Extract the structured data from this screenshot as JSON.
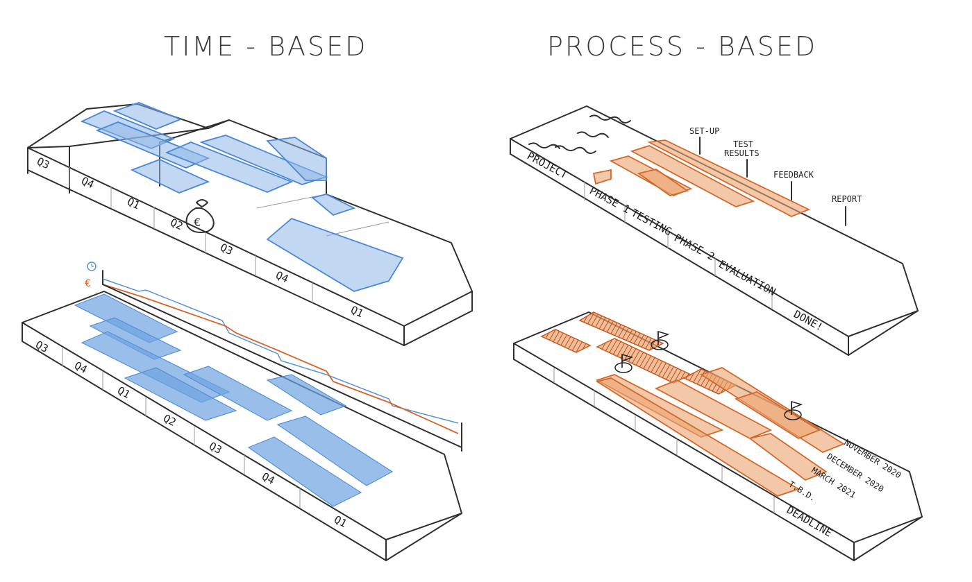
{
  "headings": {
    "left": "TIME - BASED",
    "right": "PROCESS - BASED"
  },
  "time_top": {
    "quarters": [
      "Q3",
      "Q4",
      "Q1",
      "Q2",
      "Q3",
      "Q4",
      "Q1"
    ],
    "icon": "euro-money-bag-icon"
  },
  "time_bottom": {
    "quarters": [
      "Q3",
      "Q4",
      "Q1",
      "Q2",
      "Q3",
      "Q4",
      "Q1"
    ],
    "legend": {
      "time_icon": "clock-icon",
      "cost_symbol": "€",
      "time_color": "#5b93d6",
      "cost_color": "#d9622b"
    }
  },
  "process_top": {
    "phases": [
      "PROJECT",
      "PHASE 1",
      "TESTING",
      "PHASE 2",
      "EVALUATION",
      "DONE!"
    ],
    "callouts": [
      "SET-UP",
      "TEST",
      "RESULTS",
      "FEEDBACK",
      "REPORT"
    ]
  },
  "process_bottom": {
    "dates": [
      "NOVEMBER 2020",
      "DECEMBER 2020",
      "MARCH 2021",
      "T.B.D."
    ],
    "deadline_label": "DEADLINE",
    "flag_icon": "milestone-flag-icon"
  },
  "colors": {
    "time_bars": "#8fb6e6",
    "process_bars": "#eba36f",
    "ink": "#2f2f2f"
  }
}
